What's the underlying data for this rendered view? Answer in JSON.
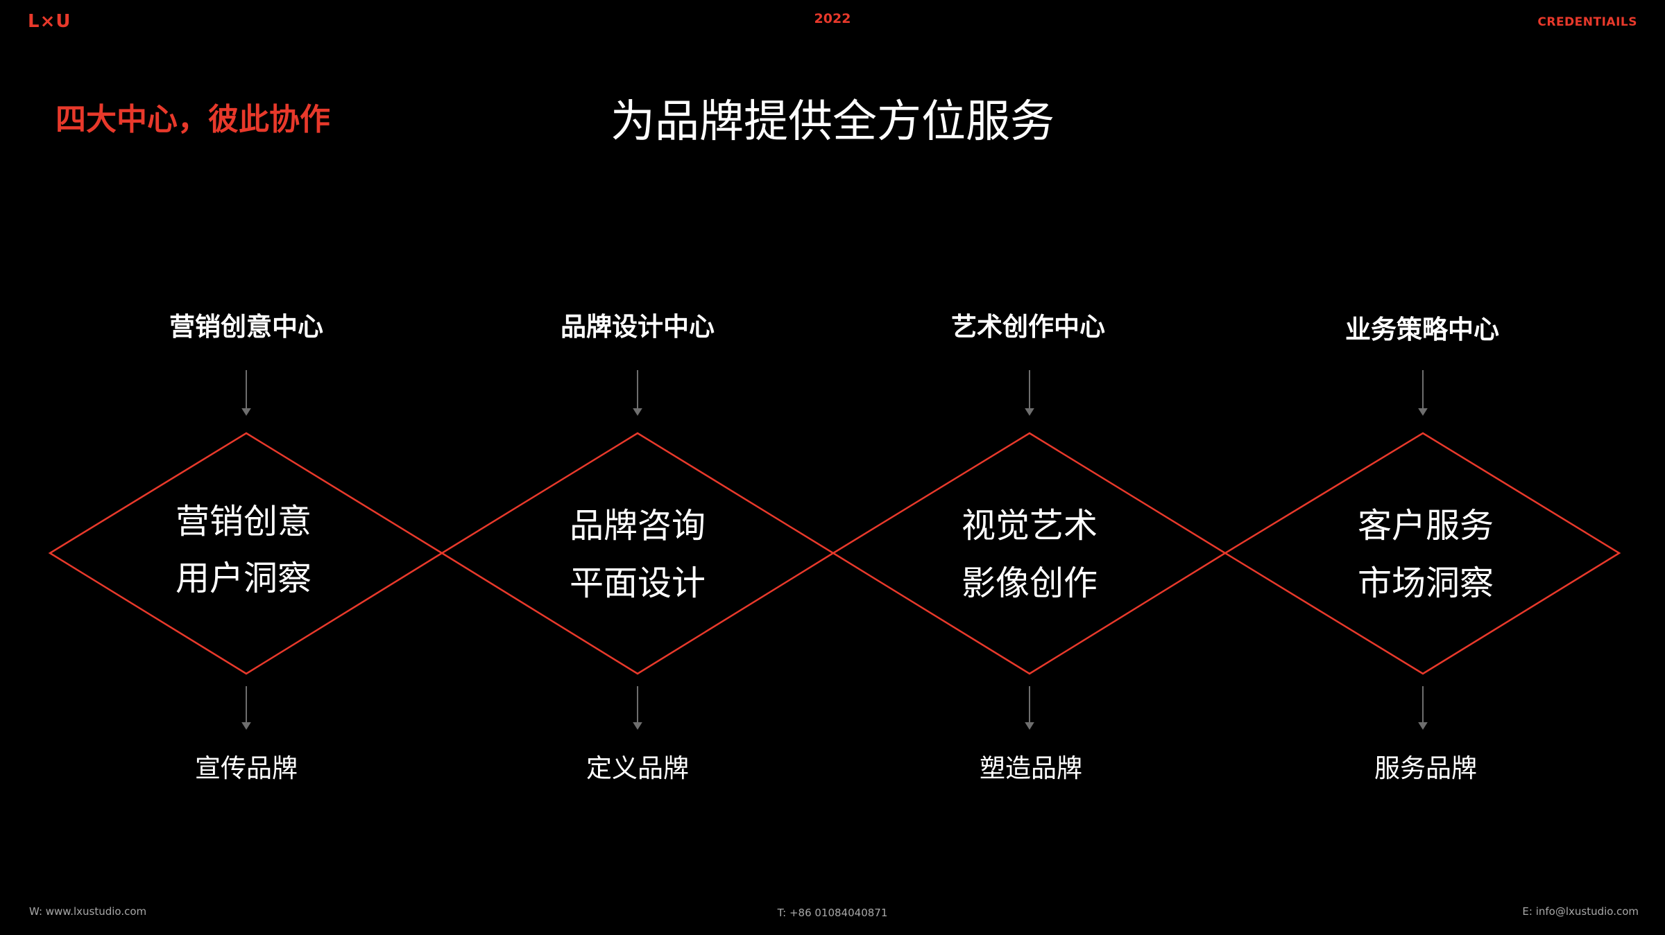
{
  "header": {
    "logo": "L×U",
    "year": "2022",
    "credentials": "CREDENTIAILS"
  },
  "subtitle": "四大中心，彼此协作",
  "title": "为品牌提供全方位服务",
  "centers": [
    {
      "name": "营销创意中心",
      "services": [
        "营销创意",
        "用户洞察"
      ],
      "outcome": "宣传品牌"
    },
    {
      "name": "品牌设计中心",
      "services": [
        "品牌咨询",
        "平面设计"
      ],
      "outcome": "定义品牌"
    },
    {
      "name": "艺术创作中心",
      "services": [
        "视觉艺术",
        "影像创作"
      ],
      "outcome": "塑造品牌"
    },
    {
      "name": "业务策略中心",
      "services": [
        "客户服务",
        "市场洞察"
      ],
      "outcome": "服务品牌"
    }
  ],
  "footer": {
    "website": "W: www.lxustudio.com",
    "phone": "T: +86 01084040871",
    "email": "E: info@lxustudio.com"
  },
  "colors": {
    "background": "#000000",
    "accent": "#e8392b",
    "arrow": "#6e6e6e",
    "footer_text": "#a8a8a8"
  }
}
